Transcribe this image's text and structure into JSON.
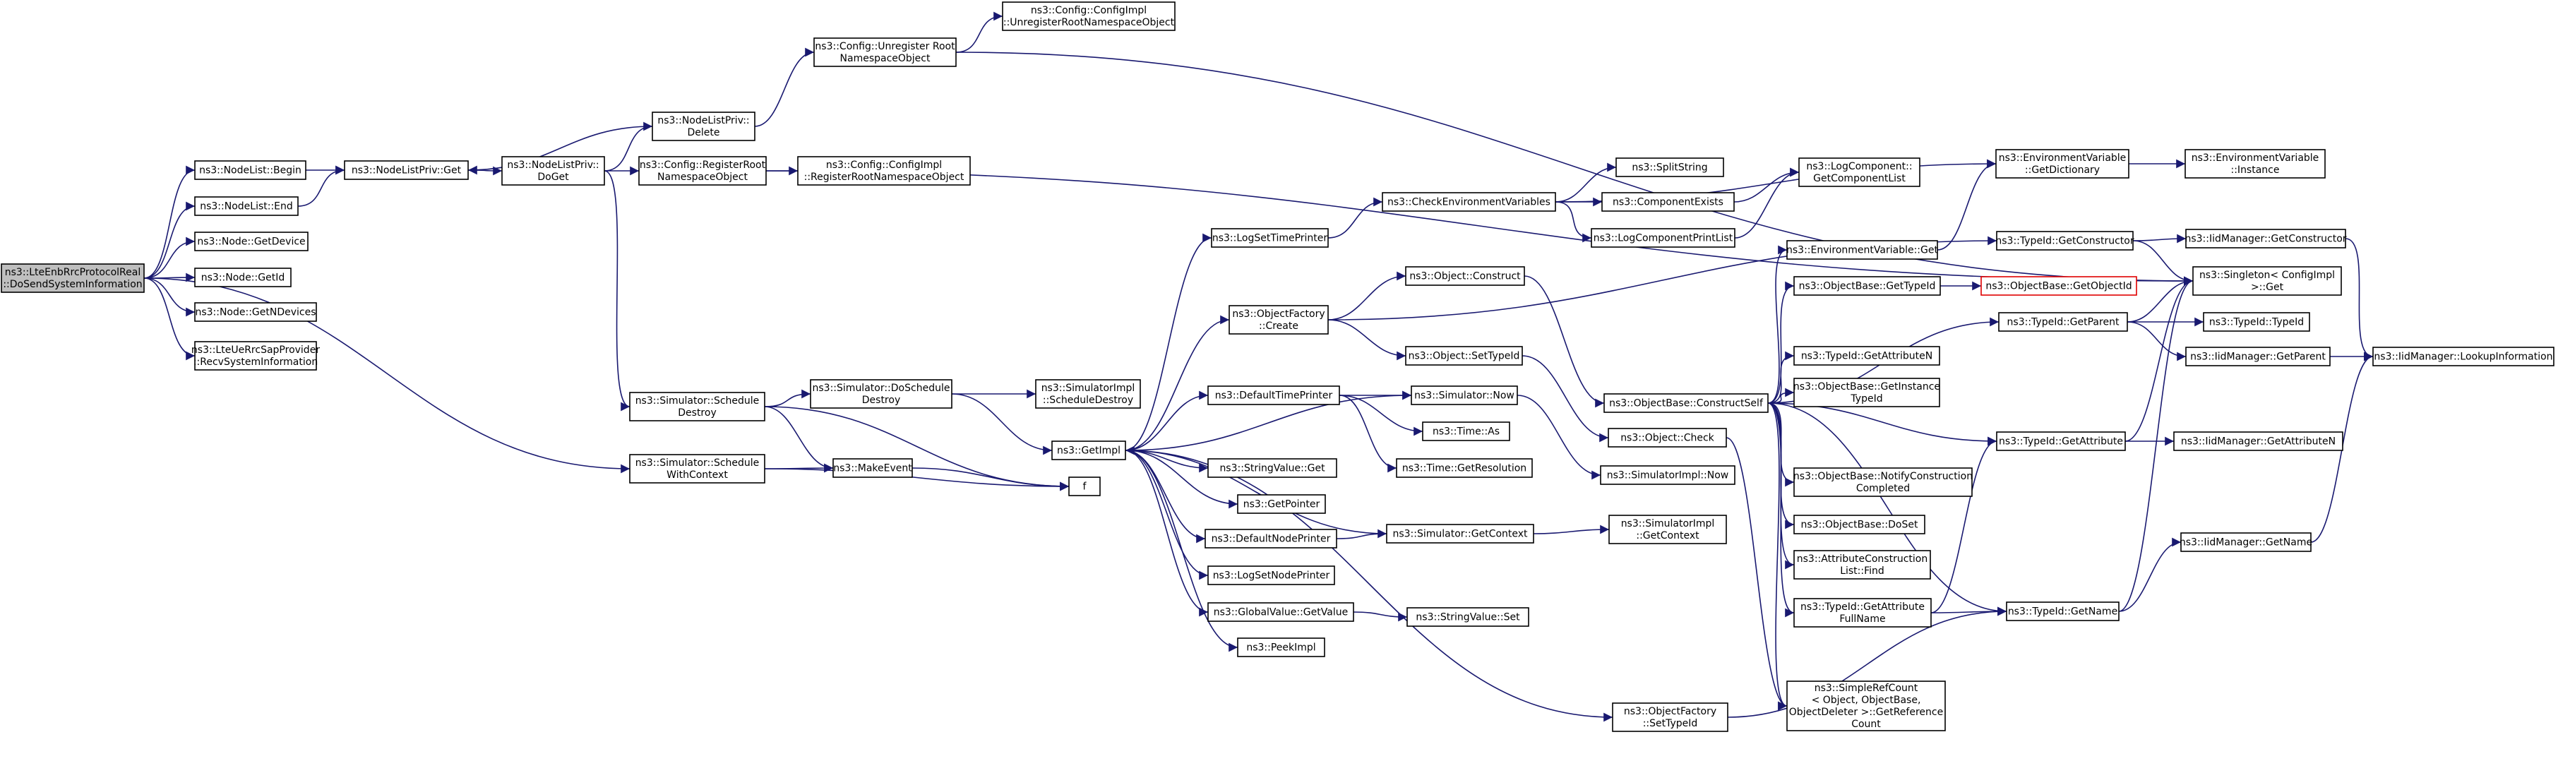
{
  "diagram": {
    "type": "call-graph",
    "colors": {
      "edge": "#191970",
      "root_fill": "#bfbfbf",
      "node_fill": "#ffffff",
      "node_border": "#000000",
      "external_border": "#e00000"
    },
    "nodes": [
      {
        "id": "root",
        "lines": [
          "ns3::LteEnbRrcProtocolReal",
          "::DoSendSystemInformation"
        ]
      },
      {
        "id": "nlbegin",
        "lines": [
          "ns3::NodeList::Begin"
        ]
      },
      {
        "id": "nlend",
        "lines": [
          "ns3::NodeList::End"
        ]
      },
      {
        "id": "getdevice",
        "lines": [
          "ns3::Node::GetDevice"
        ]
      },
      {
        "id": "nodegetid",
        "lines": [
          "ns3::Node::GetId"
        ]
      },
      {
        "id": "getndevices",
        "lines": [
          "ns3::Node::GetNDevices"
        ]
      },
      {
        "id": "recvsysinfo",
        "lines": [
          "ns3::LteUeRrcSapProvider",
          "::RecvSystemInformation"
        ]
      },
      {
        "id": "schedwithctx",
        "lines": [
          "ns3::Simulator::Schedule",
          "WithContext"
        ]
      },
      {
        "id": "nlpget",
        "lines": [
          "ns3::NodeListPriv::Get"
        ]
      },
      {
        "id": "nlpdoget",
        "lines": [
          "ns3::NodeListPriv::",
          "DoGet"
        ]
      },
      {
        "id": "nlpdelete",
        "lines": [
          "ns3::NodeListPriv::",
          "Delete"
        ]
      },
      {
        "id": "cfgunreg",
        "lines": [
          "ns3::Config::Unregister Root",
          "NamespaceObject"
        ]
      },
      {
        "id": "cfgimplunreg",
        "lines": [
          "ns3::Config::ConfigImpl",
          "::UnregisterRootNamespaceObject"
        ]
      },
      {
        "id": "cfgreg",
        "lines": [
          "ns3::Config::RegisterRoot",
          "NamespaceObject"
        ]
      },
      {
        "id": "cfgimplreg",
        "lines": [
          "ns3::Config::ConfigImpl",
          "::RegisterRootNamespaceObject"
        ]
      },
      {
        "id": "schedestroy",
        "lines": [
          "ns3::Simulator::Schedule",
          "Destroy"
        ]
      },
      {
        "id": "doschedestroy",
        "lines": [
          "ns3::Simulator::DoSchedule",
          "Destroy"
        ]
      },
      {
        "id": "implschedestroy",
        "lines": [
          "ns3::SimulatorImpl",
          "::ScheduleDestroy"
        ]
      },
      {
        "id": "makeevent",
        "lines": [
          "ns3::MakeEvent"
        ]
      },
      {
        "id": "f",
        "lines": [
          "f"
        ]
      },
      {
        "id": "getimpl",
        "lines": [
          "ns3::GetImpl"
        ]
      },
      {
        "id": "logsettimeprinter",
        "lines": [
          "ns3::LogSetTimePrinter"
        ]
      },
      {
        "id": "objfactorycreate",
        "lines": [
          "ns3::ObjectFactory",
          "::Create"
        ]
      },
      {
        "id": "deftimeprinter",
        "lines": [
          "ns3::DefaultTimePrinter"
        ]
      },
      {
        "id": "strvalget",
        "lines": [
          "ns3::StringValue::Get"
        ]
      },
      {
        "id": "getpointer",
        "lines": [
          "ns3::GetPointer"
        ]
      },
      {
        "id": "defnodeprinter",
        "lines": [
          "ns3::DefaultNodePrinter"
        ]
      },
      {
        "id": "logsetnodeprinter",
        "lines": [
          "ns3::LogSetNodePrinter"
        ]
      },
      {
        "id": "gvgetvalue",
        "lines": [
          "ns3::GlobalValue::GetValue"
        ]
      },
      {
        "id": "peekimpl",
        "lines": [
          "ns3::PeekImpl"
        ]
      },
      {
        "id": "checkenv",
        "lines": [
          "ns3::CheckEnvironmentVariables"
        ]
      },
      {
        "id": "splitstring",
        "lines": [
          "ns3::SplitString"
        ]
      },
      {
        "id": "compexists",
        "lines": [
          "ns3::ComponentExists"
        ]
      },
      {
        "id": "logcompprint",
        "lines": [
          "ns3::LogComponentPrintList"
        ]
      },
      {
        "id": "logcompgetlist",
        "lines": [
          "ns3::LogComponent::",
          "GetComponentList"
        ]
      },
      {
        "id": "envvargetdict",
        "lines": [
          "ns3::EnvironmentVariable",
          "::GetDictionary"
        ]
      },
      {
        "id": "envvarinstance",
        "lines": [
          "ns3::EnvironmentVariable",
          "::Instance"
        ]
      },
      {
        "id": "envvarget",
        "lines": [
          "ns3::EnvironmentVariable::Get"
        ]
      },
      {
        "id": "objconstruct",
        "lines": [
          "ns3::Object::Construct"
        ]
      },
      {
        "id": "objsettypeid",
        "lines": [
          "ns3::Object::SetTypeId"
        ]
      },
      {
        "id": "simnow",
        "lines": [
          "ns3::Simulator::Now"
        ]
      },
      {
        "id": "timeas",
        "lines": [
          "ns3::Time::As"
        ]
      },
      {
        "id": "timegetres",
        "lines": [
          "ns3::Time::GetResolution"
        ]
      },
      {
        "id": "simgetctx",
        "lines": [
          "ns3::Simulator::GetContext"
        ]
      },
      {
        "id": "strvalset",
        "lines": [
          "ns3::StringValue::Set"
        ]
      },
      {
        "id": "objbasegettypeid",
        "lines": [
          "ns3::ObjectBase::GetTypeId"
        ]
      },
      {
        "id": "objbasegetobjectid",
        "lines": [
          "ns3::ObjectBase::GetObjectId"
        ],
        "external": true
      },
      {
        "id": "objbaseconstructself",
        "lines": [
          "ns3::ObjectBase::ConstructSelf"
        ]
      },
      {
        "id": "objcheck",
        "lines": [
          "ns3::Object::Check"
        ]
      },
      {
        "id": "simimplnow",
        "lines": [
          "ns3::SimulatorImpl::Now"
        ]
      },
      {
        "id": "simimplgetctx",
        "lines": [
          "ns3::SimulatorImpl",
          "::GetContext"
        ]
      },
      {
        "id": "typeidgetattrn",
        "lines": [
          "ns3::TypeId::GetAttributeN"
        ]
      },
      {
        "id": "objbasegetinsttypeid",
        "lines": [
          "ns3::ObjectBase::GetInstance",
          "TypeId"
        ]
      },
      {
        "id": "objbasenotify",
        "lines": [
          "ns3::ObjectBase::NotifyConstruction",
          "Completed"
        ]
      },
      {
        "id": "objbasedoset",
        "lines": [
          "ns3::ObjectBase::DoSet"
        ]
      },
      {
        "id": "attrconstrfind",
        "lines": [
          "ns3::AttributeConstruction",
          "List::Find"
        ]
      },
      {
        "id": "typeidgetattrfullname",
        "lines": [
          "ns3::TypeId::GetAttribute",
          "FullName"
        ]
      },
      {
        "id": "simplerefcount",
        "lines": [
          "ns3::SimpleRefCount",
          "< Object, ObjectBase,",
          "ObjectDeleter >::GetReference",
          "Count"
        ]
      },
      {
        "id": "objfactorysettypeid",
        "lines": [
          "ns3::ObjectFactory",
          "::SetTypeId"
        ]
      },
      {
        "id": "typeidgetconstructor",
        "lines": [
          "ns3::TypeId::GetConstructor"
        ]
      },
      {
        "id": "typeidgetparent",
        "lines": [
          "ns3::TypeId::GetParent"
        ]
      },
      {
        "id": "typeidgetattribute",
        "lines": [
          "ns3::TypeId::GetAttribute"
        ]
      },
      {
        "id": "typeidgetname",
        "lines": [
          "ns3::TypeId::GetName"
        ]
      },
      {
        "id": "iidmgrgetconstructor",
        "lines": [
          "ns3::IidManager::GetConstructor"
        ]
      },
      {
        "id": "singletonget",
        "lines": [
          "ns3::Singleton< ConfigImpl",
          " >::Get"
        ]
      },
      {
        "id": "typeidtypeid",
        "lines": [
          "ns3::TypeId::TypeId"
        ]
      },
      {
        "id": "iidmgrgetparent",
        "lines": [
          "ns3::IidManager::GetParent"
        ]
      },
      {
        "id": "iidmgrlookup",
        "lines": [
          "ns3::IidManager::LookupInformation"
        ]
      },
      {
        "id": "iidmgrgetattrn",
        "lines": [
          "ns3::IidManager::GetAttributeN"
        ]
      },
      {
        "id": "iidmgrgetname",
        "lines": [
          "ns3::IidManager::GetName"
        ]
      }
    ]
  }
}
